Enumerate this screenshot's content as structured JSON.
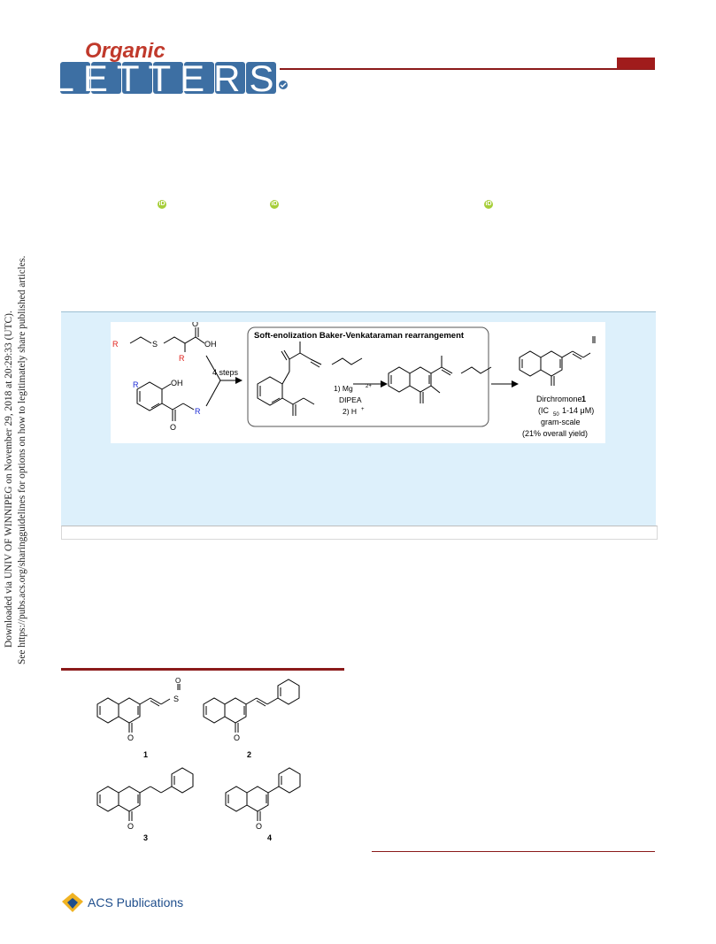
{
  "journal": {
    "logo_top": "Organic",
    "logo_main": "LETTERS"
  },
  "sidebar": {
    "line1": "Downloaded via UNIV OF WINNIPEG on November 29, 2018 at 20:29:33 (UTC).",
    "line2": "See https://pubs.acs.org/sharingguidelines for options on how to legitimately share published articles."
  },
  "toc_graphic": {
    "box_title": "Soft-enolization Baker-Venkataraman rearrangement",
    "steps_label": "4 steps",
    "conditions": [
      "1) Mg",
      "DIPEA",
      "2) H"
    ],
    "product_name": "Dirchromone",
    "product_number": "1",
    "ic50": "1-14 μM)",
    "ic50_prefix": "(IC",
    "ic50_sub": "50",
    "scale": "gram-scale",
    "yield": "(21% overall yield)",
    "labels": {
      "R1": "R",
      "R2": "R",
      "R3": "R",
      "R4": "R",
      "OH": "OH",
      "O": "O",
      "S": "S"
    }
  },
  "figure": {
    "compounds": [
      "1",
      "2",
      "3",
      "4"
    ]
  },
  "footer": {
    "publisher": "ACS Publications"
  },
  "colors": {
    "brand_red": "#8b1a1a",
    "abstract_bg": "#ddf0fb",
    "red_group": "#e0201b",
    "blue_group": "#1c2bd6",
    "orcid_green": "#a6ce39"
  }
}
